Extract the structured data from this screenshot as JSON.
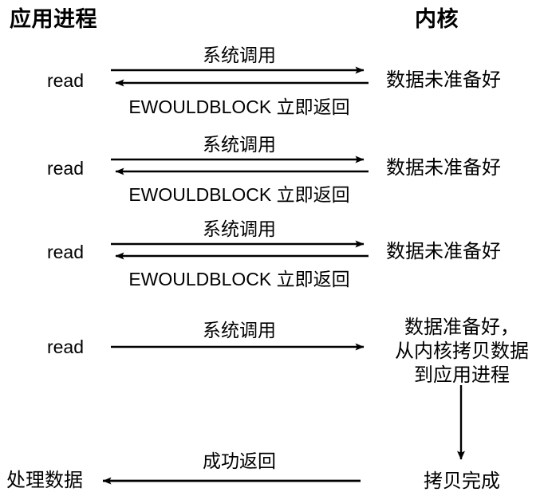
{
  "header": {
    "app_title": "应用进程",
    "kernel_title": "内核"
  },
  "cycles": [
    {
      "process_label": "read",
      "call_label": "系统调用",
      "return_label": "EWOULDBLOCK 立即返回",
      "kernel_status": "数据未准备好"
    },
    {
      "process_label": "read",
      "call_label": "系统调用",
      "return_label": "EWOULDBLOCK 立即返回",
      "kernel_status": "数据未准备好"
    },
    {
      "process_label": "read",
      "call_label": "系统调用",
      "return_label": "EWOULDBLOCK 立即返回",
      "kernel_status": "数据未准备好"
    }
  ],
  "final_call": {
    "process_label": "read",
    "call_label": "系统调用",
    "kernel_status_line1": "数据准备好，",
    "kernel_status_line2": "从内核拷贝数据",
    "kernel_status_line3": "到应用进程"
  },
  "completion": {
    "process_label": "处理数据",
    "return_label": "成功返回",
    "kernel_label": "拷贝完成"
  },
  "colors": {
    "ink": "#000000",
    "background": "#ffffff"
  }
}
